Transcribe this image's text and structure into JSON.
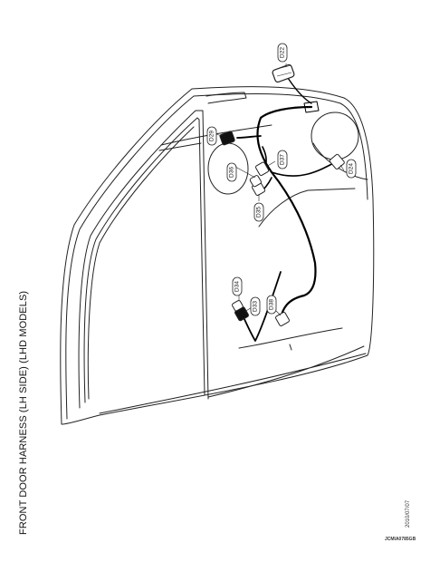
{
  "diagram": {
    "title": "FRONT DOOR HARNESS (LH SIDE) (LHD MODELS)",
    "date": "2010/07/07",
    "reference_code": "JCMIA0785GB",
    "connectors": [
      {
        "id": "d22",
        "label": "D22"
      },
      {
        "id": "d29",
        "label": "D29"
      },
      {
        "id": "d36",
        "label": "D36"
      },
      {
        "id": "d37",
        "label": "D37"
      },
      {
        "id": "d35",
        "label": "D35"
      },
      {
        "id": "d24",
        "label": "D24"
      },
      {
        "id": "d34",
        "label": "D34"
      },
      {
        "id": "d33",
        "label": "D33"
      },
      {
        "id": "d38",
        "label": "D38"
      }
    ]
  }
}
